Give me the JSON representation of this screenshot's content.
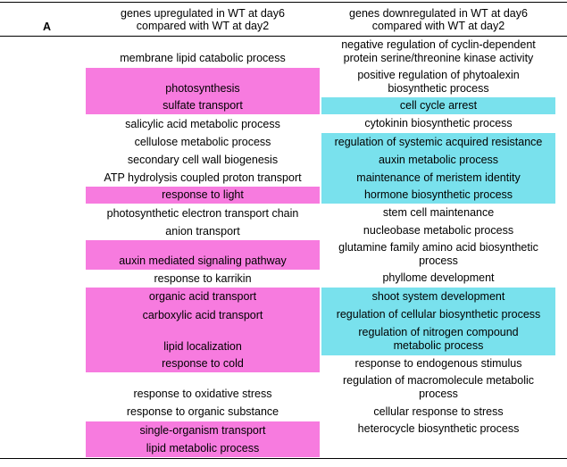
{
  "panel_label": "A",
  "columns": {
    "left": "genes upregulated  in WT at day6\ncompared with WT at day2",
    "right": "genes downregulated  in WT at day6\ncompared with WT at day2"
  },
  "colors": {
    "highlight_pink": "#f77bdf",
    "highlight_cyan": "#79e1ed"
  },
  "left_terms": [
    {
      "text": "membrane lipid catabolic process",
      "highlight": "none"
    },
    {
      "text": "photosynthesis",
      "highlight": "pink"
    },
    {
      "text": "sulfate transport",
      "highlight": "pink"
    },
    {
      "text": "salicylic acid metabolic process",
      "highlight": "none"
    },
    {
      "text": "cellulose metabolic process",
      "highlight": "none"
    },
    {
      "text": "secondary cell wall biogenesis",
      "highlight": "none"
    },
    {
      "text": "ATP hydrolysis coupled proton transport",
      "highlight": "none"
    },
    {
      "text": "response to light",
      "highlight": "pink"
    },
    {
      "text": "photosynthetic electron transport chain",
      "highlight": "none"
    },
    {
      "text": "anion transport",
      "highlight": "none"
    },
    {
      "text": "auxin mediated signaling pathway",
      "highlight": "pink"
    },
    {
      "text": "response to karrikin",
      "highlight": "none"
    },
    {
      "text": "organic acid transport",
      "highlight": "pink"
    },
    {
      "text": "carboxylic acid transport",
      "highlight": "pink"
    },
    {
      "text": "lipid localization",
      "highlight": "pink"
    },
    {
      "text": "response to cold",
      "highlight": "pink"
    },
    {
      "text": "response to oxidative stress",
      "highlight": "none"
    },
    {
      "text": "response to organic substance",
      "highlight": "none"
    },
    {
      "text": "single-organism  transport",
      "highlight": "pink"
    },
    {
      "text": "lipid metabolic process",
      "highlight": "pink"
    }
  ],
  "right_terms": [
    {
      "text": "negative  regulation of cyclin-dependent\nprotein serine/threonine  kinase activity",
      "highlight": "none"
    },
    {
      "text": "positive regulation of phytoalexin\nbiosynthetic process",
      "highlight": "none"
    },
    {
      "text": "cell cycle arrest",
      "highlight": "cyan"
    },
    {
      "text": "cytokinin biosynthetic process",
      "highlight": "none"
    },
    {
      "text": "regulation of systemic acquired resistance",
      "highlight": "cyan"
    },
    {
      "text": "auxin metabolic process",
      "highlight": "cyan"
    },
    {
      "text": "maintenance of meristem identity",
      "highlight": "cyan"
    },
    {
      "text": "hormone biosynthetic process",
      "highlight": "cyan"
    },
    {
      "text": "stem cell maintenance",
      "highlight": "none"
    },
    {
      "text": "nucleobase metabolic process",
      "highlight": "none"
    },
    {
      "text": "glutamine family amino acid biosynthetic\nprocess",
      "highlight": "none"
    },
    {
      "text": "phyllome development",
      "highlight": "none"
    },
    {
      "text": "shoot system development",
      "highlight": "cyan"
    },
    {
      "text": "regulation of cellular biosynthetic process",
      "highlight": "cyan"
    },
    {
      "text": "regulation of nitrogen  compound\nmetabolic process",
      "highlight": "cyan"
    },
    {
      "text": "response to endogenous  stimulus",
      "highlight": "none"
    },
    {
      "text": "regulation of macromolecule metabolic\nprocess",
      "highlight": "none"
    },
    {
      "text": "cellular response to stress",
      "highlight": "none"
    },
    {
      "text": "heterocycle biosynthetic process",
      "highlight": "none"
    }
  ]
}
